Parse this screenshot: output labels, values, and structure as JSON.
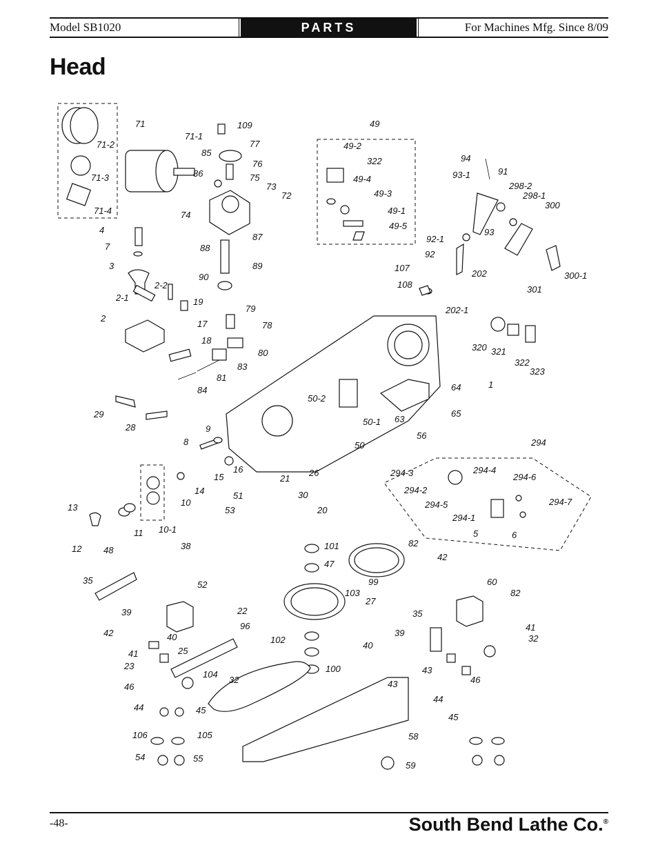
{
  "header": {
    "model": "Model SB1020",
    "section": "PARTS",
    "since": "For Machines Mfg. Since 8/09"
  },
  "page_title": "Head",
  "diagram": {
    "labels": [
      "71",
      "71-1",
      "71-2",
      "71-3",
      "71-4",
      "109",
      "77",
      "85",
      "76",
      "86",
      "75",
      "73",
      "72",
      "74",
      "4",
      "7",
      "88",
      "87",
      "3",
      "89",
      "90",
      "2-2",
      "2-1",
      "19",
      "2",
      "17",
      "79",
      "78",
      "18",
      "80",
      "83",
      "81",
      "84",
      "29",
      "28",
      "9",
      "8",
      "16",
      "15",
      "14",
      "10",
      "13",
      "11",
      "10-1",
      "12",
      "49",
      "49-2",
      "322",
      "49-4",
      "49-3",
      "49-1",
      "49-5",
      "94",
      "93-1",
      "91",
      "298-2",
      "298-1",
      "300",
      "93",
      "92-1",
      "92",
      "107",
      "108",
      "202",
      "202-1",
      "301",
      "300-1",
      "320",
      "321",
      "322",
      "323",
      "1",
      "64",
      "63",
      "65",
      "56",
      "50-2",
      "50-1",
      "50",
      "26",
      "21",
      "30",
      "53",
      "20",
      "51",
      "294",
      "294-3",
      "294-4",
      "294-6",
      "294-2",
      "294-5",
      "294-7",
      "294-1",
      "5",
      "6",
      "101",
      "47",
      "82",
      "48",
      "38",
      "35",
      "52",
      "39",
      "42",
      "40",
      "41",
      "25",
      "23",
      "22",
      "96",
      "102",
      "103",
      "99",
      "27",
      "100",
      "104",
      "32",
      "43",
      "46",
      "44",
      "45",
      "106",
      "105",
      "54",
      "55",
      "58",
      "59",
      "60",
      "82",
      "35",
      "39",
      "40",
      "42",
      "41",
      "32",
      "43",
      "46",
      "44",
      "45"
    ]
  },
  "footer": {
    "page_number": "-48-",
    "brand": "South Bend Lathe Co.",
    "brand_mark": "®"
  }
}
